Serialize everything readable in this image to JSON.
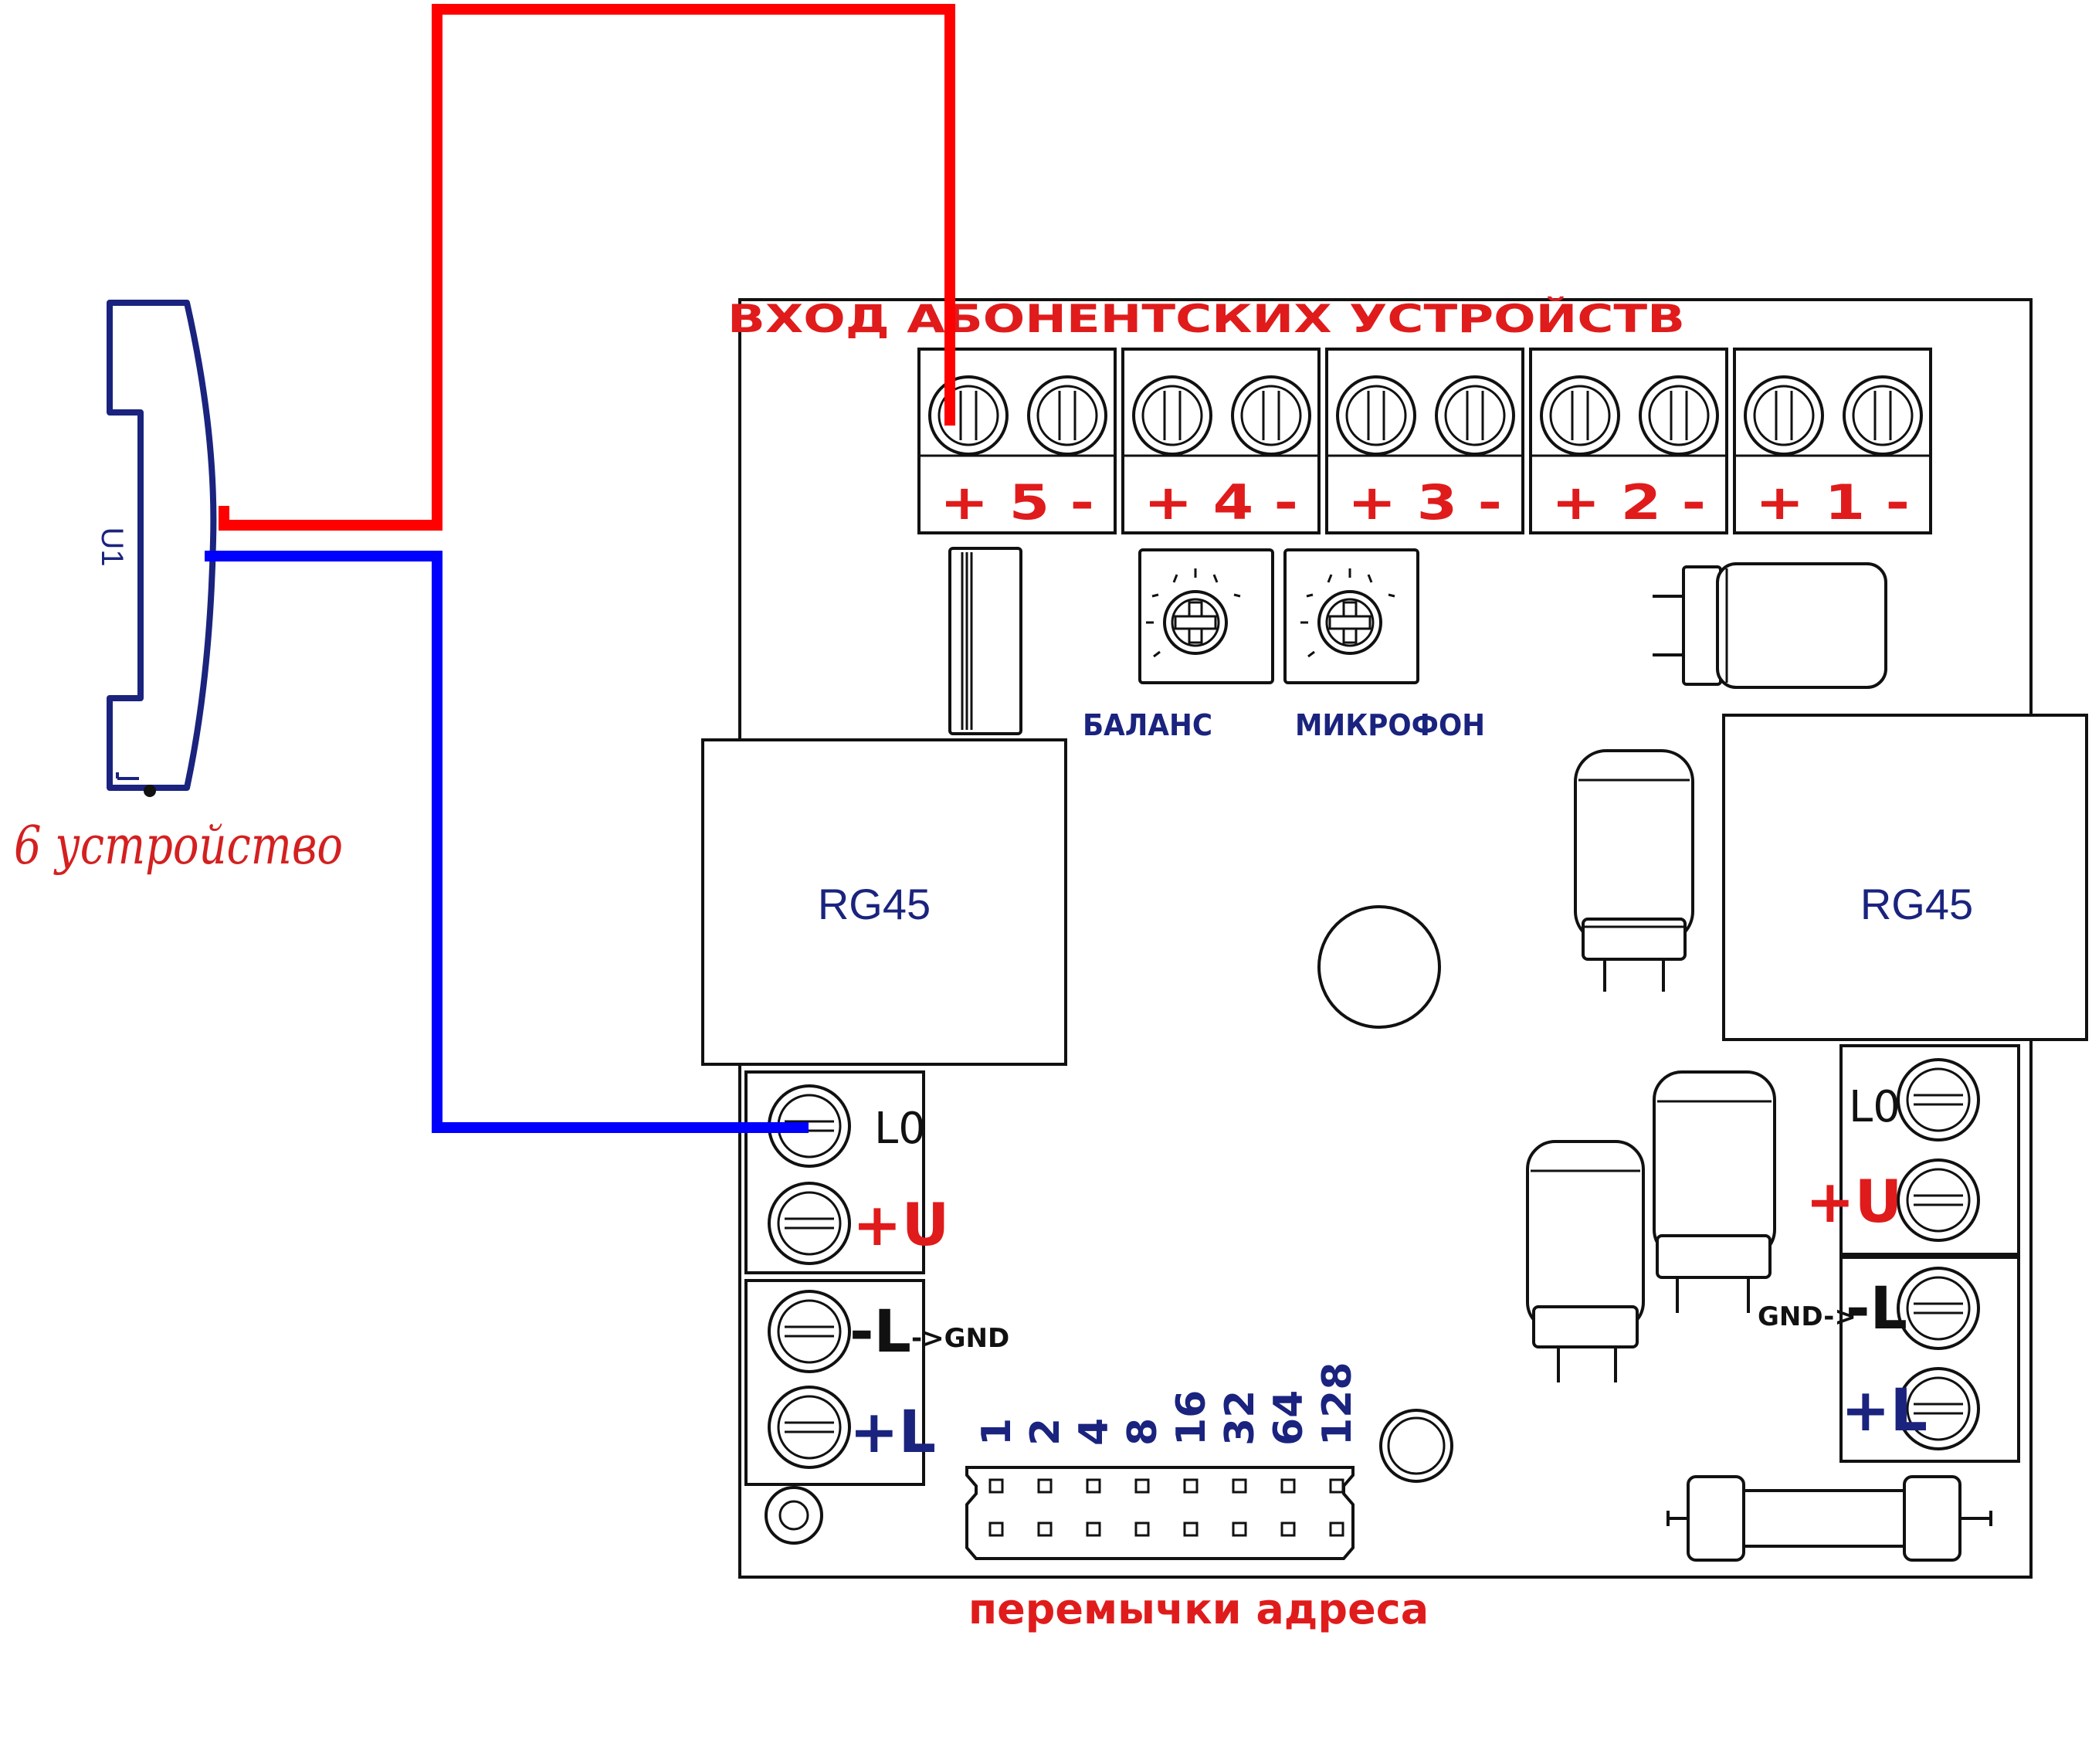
{
  "board": {
    "header_title": "ВХОД АБОНЕНТСКИХ УСТРОЙСТВ",
    "terminal_labels": [
      "+ 5 -",
      "+ 4 -",
      "+ 3 -",
      "+ 2 -",
      "+ 1 -"
    ],
    "pot_labels": [
      "БАЛАНС",
      "МИКРОФОН"
    ],
    "rj_left": "RG45",
    "rj_right": "RG45",
    "left_terminals": {
      "l0": "L0",
      "plus_u": "+U",
      "minus_l": "-L",
      "gnd_note": "->GND",
      "plus_l": "+L"
    },
    "right_terminals": {
      "l0": "L0",
      "plus_u": "+U",
      "gnd_note": "GND->",
      "minus_l": "-L",
      "plus_l": "+L"
    },
    "address_bits": [
      "1",
      "2",
      "4",
      "8",
      "16",
      "32",
      "64",
      "128"
    ],
    "address_caption": "перемычки адреса"
  },
  "device": {
    "ref": "U1",
    "caption": "6 устройство"
  },
  "colors": {
    "wire_red": "#ff0000",
    "wire_blue": "#0000ff",
    "device_outline": "#1a237e",
    "accent_red": "#e01b1b",
    "accent_navy": "#1a237e"
  }
}
